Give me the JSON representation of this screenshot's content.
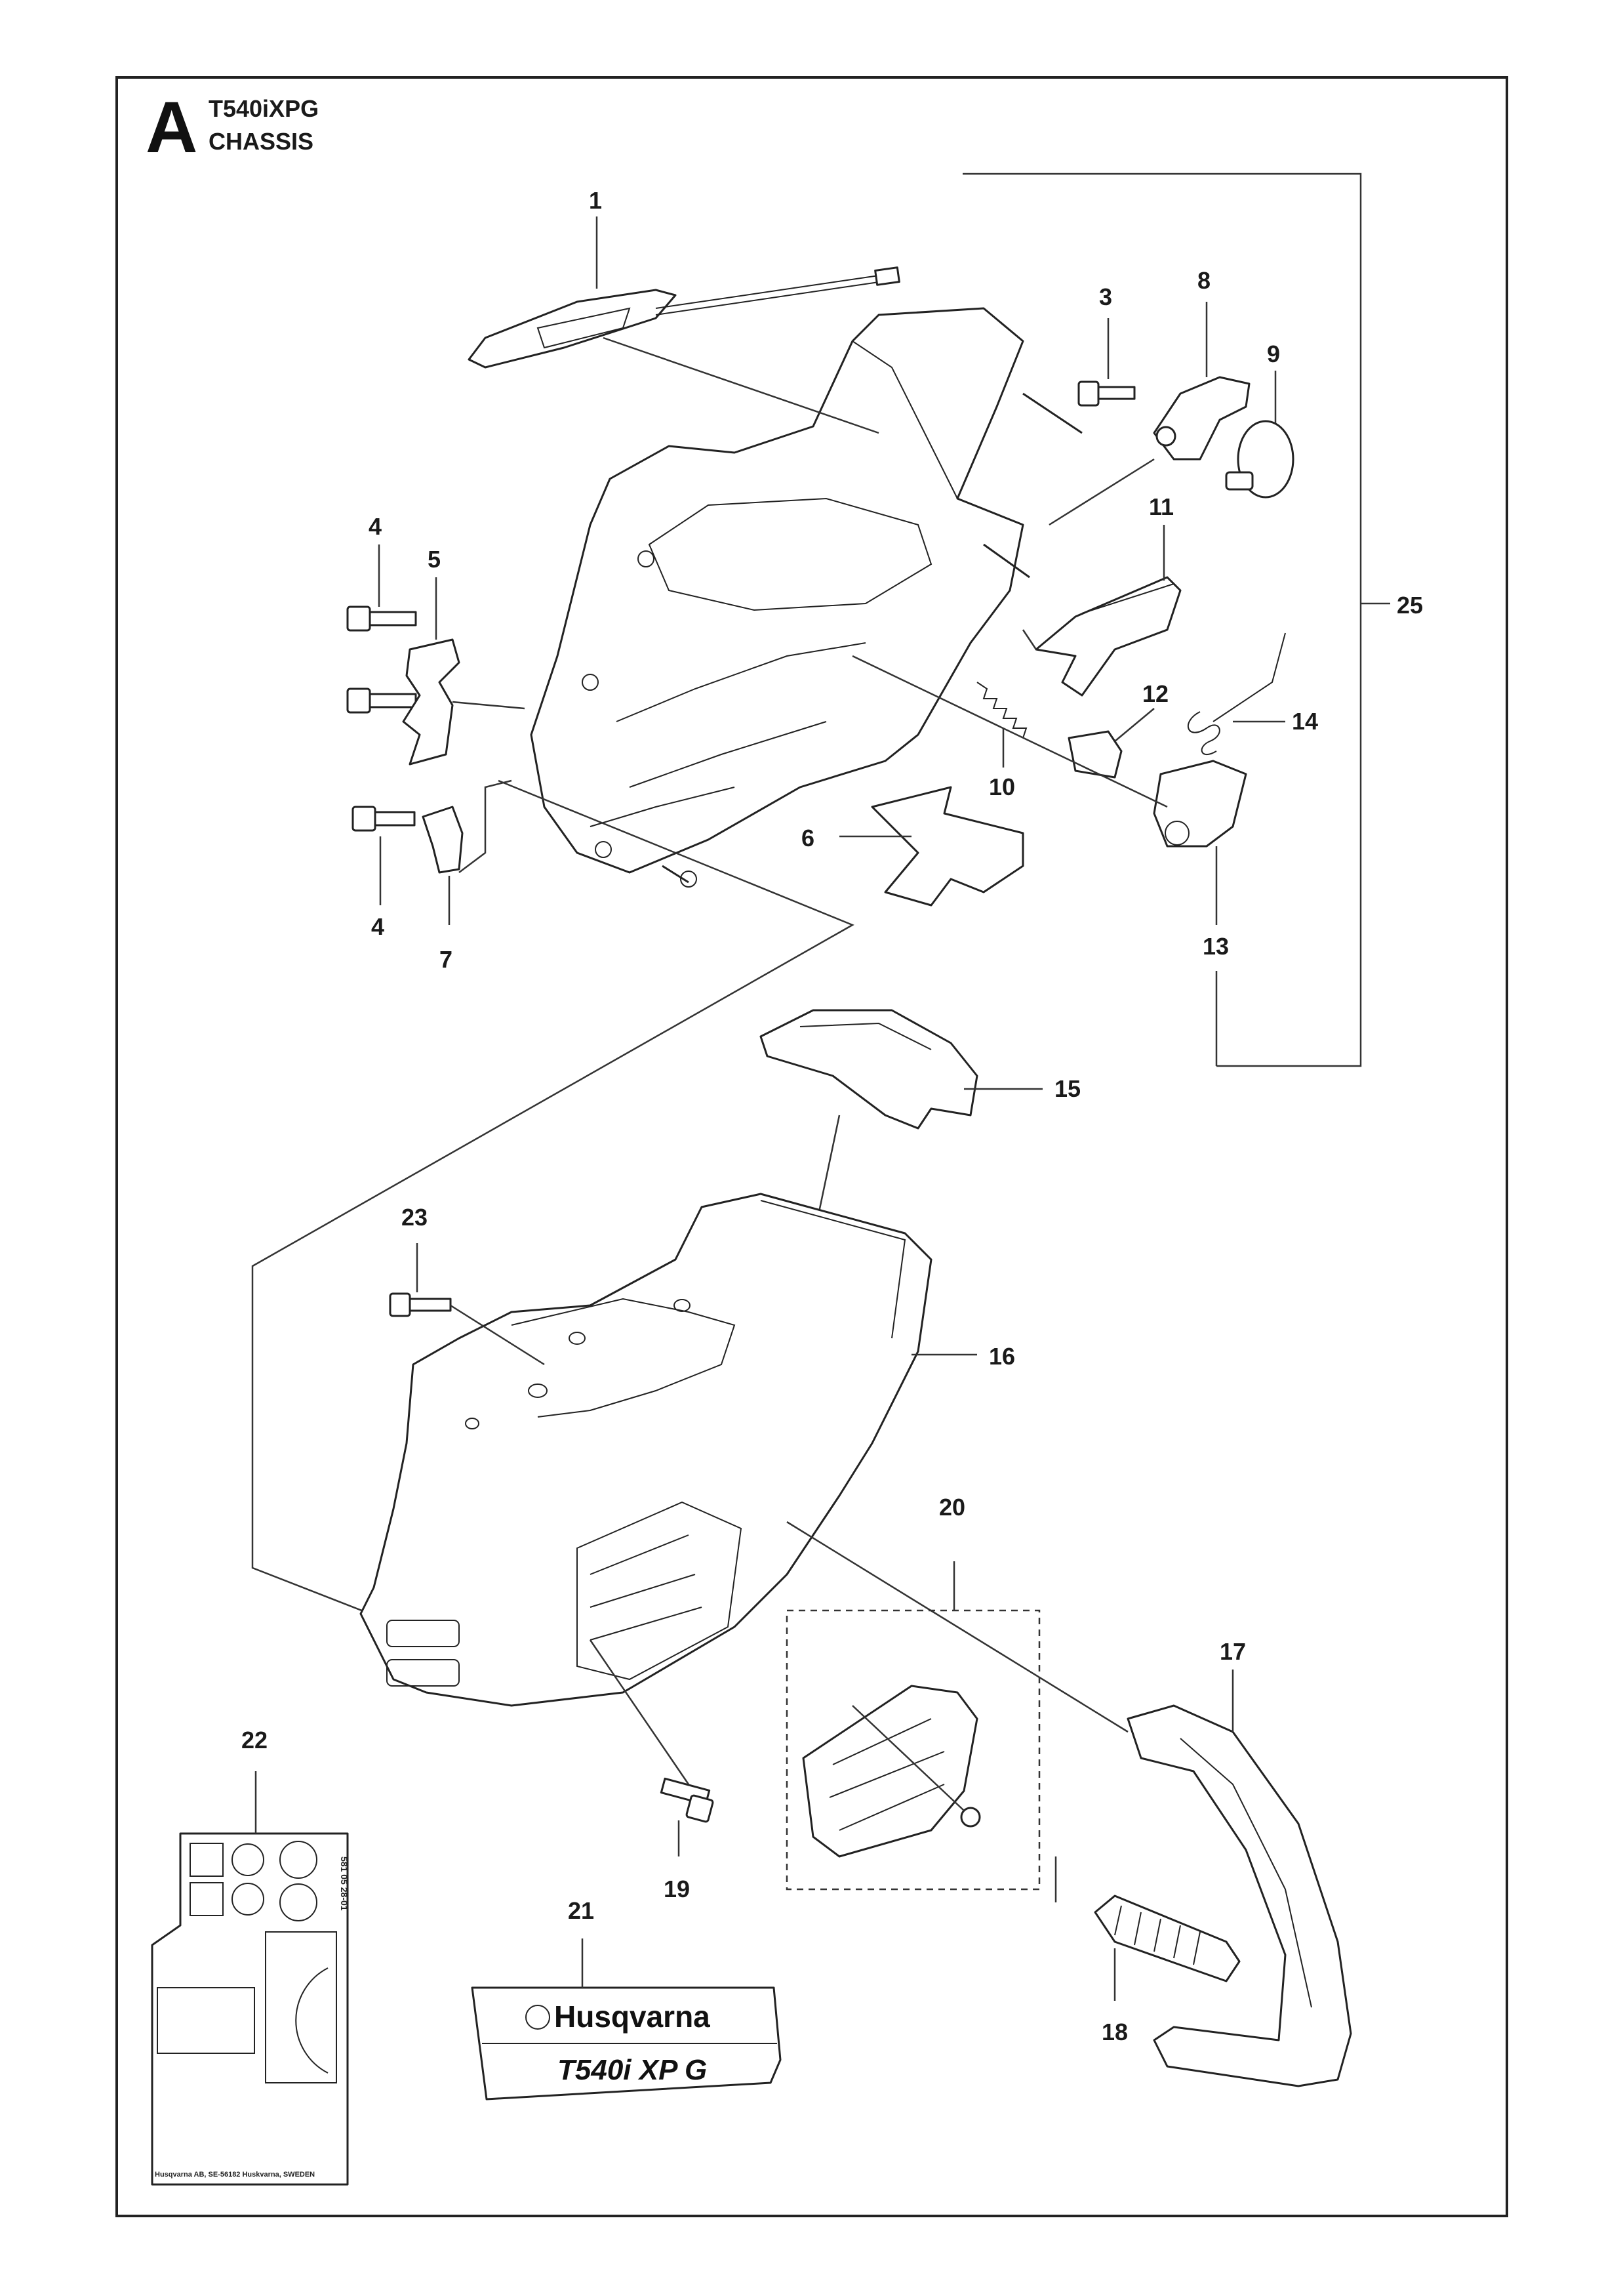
{
  "header": {
    "section_letter": "A",
    "model": "T540iXPG",
    "section_title": "CHASSIS"
  },
  "callouts": [
    {
      "id": "c1",
      "number": "1"
    },
    {
      "id": "c3",
      "number": "3"
    },
    {
      "id": "c8",
      "number": "8"
    },
    {
      "id": "c9",
      "number": "9"
    },
    {
      "id": "c4a",
      "number": "4"
    },
    {
      "id": "c5",
      "number": "5"
    },
    {
      "id": "c11",
      "number": "11"
    },
    {
      "id": "c25",
      "number": "25"
    },
    {
      "id": "c12",
      "number": "12"
    },
    {
      "id": "c14",
      "number": "14"
    },
    {
      "id": "c10",
      "number": "10"
    },
    {
      "id": "c6",
      "number": "6"
    },
    {
      "id": "c4b",
      "number": "4"
    },
    {
      "id": "c7",
      "number": "7"
    },
    {
      "id": "c13",
      "number": "13"
    },
    {
      "id": "c15",
      "number": "15"
    },
    {
      "id": "c23",
      "number": "23"
    },
    {
      "id": "c16",
      "number": "16"
    },
    {
      "id": "c20",
      "number": "20"
    },
    {
      "id": "c17",
      "number": "17"
    },
    {
      "id": "c22",
      "number": "22"
    },
    {
      "id": "c19",
      "number": "19"
    },
    {
      "id": "c21",
      "number": "21"
    },
    {
      "id": "c18",
      "number": "18"
    }
  ],
  "decal_21": {
    "brand": "Husqvarna",
    "model": "T540i XP G"
  },
  "decal_22": {
    "part_code": "581 05 28-01",
    "footer": "Husqvarna AB, SE-56182 Huskvarna, SWEDEN"
  }
}
